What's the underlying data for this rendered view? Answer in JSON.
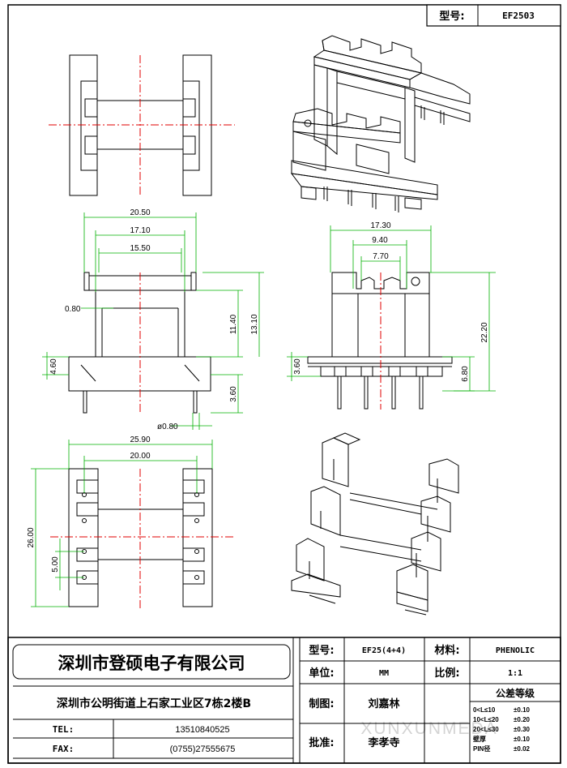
{
  "header": {
    "model_label": "型号:",
    "model_value": "EF2503"
  },
  "title_block": {
    "company_name": "深圳市登硕电子有限公司",
    "company_address": "深圳市公明街道上石家工业区7栋2楼B",
    "tel_label": "TEL:",
    "tel_value": "13510840525",
    "fax_label": "FAX:",
    "fax_value": "(0755)27555675",
    "model_label": "型号:",
    "model_value": "EF25(4+4)",
    "material_label": "材料:",
    "material_value": "PHENOLIC",
    "unit_label": "单位:",
    "unit_value": "MM",
    "scale_label": "比例:",
    "scale_value": "1:1",
    "drawn_label": "制图:",
    "drawn_value": "刘嘉林",
    "approved_label": "批准:",
    "approved_value": "李孝寺",
    "tolerance_title": "公差等级",
    "tolerances": [
      {
        "range": "0<L≤10",
        "value": "±0.10"
      },
      {
        "range": "10<L≤20",
        "value": "±0.20"
      },
      {
        "range": "20<L≤30",
        "value": "±0.30"
      },
      {
        "range": "壁厚",
        "value": "±0.10"
      },
      {
        "range": "PIN径",
        "value": "±0.02"
      }
    ]
  },
  "dimensions": {
    "front_outer_width": "20.50",
    "front_mid_width": "17.10",
    "front_inner_width": "15.50",
    "front_wall": "0.80",
    "front_window_height": "11.40",
    "front_height": "13.10",
    "front_base_height": "4.60",
    "front_pin_length": "3.60",
    "pin_diameter": "ø0.80",
    "side_outer_width": "17.30",
    "side_mid_width": "9.40",
    "side_inner_width": "7.70",
    "side_total_height": "22.20",
    "side_base_height": "3.60",
    "side_pin_length": "6.80",
    "bottom_outer_width": "25.90",
    "bottom_pin_span": "20.00",
    "bottom_length": "26.00",
    "bottom_pin_pitch": "5.00"
  },
  "watermark": "XUNXUNMEDA"
}
